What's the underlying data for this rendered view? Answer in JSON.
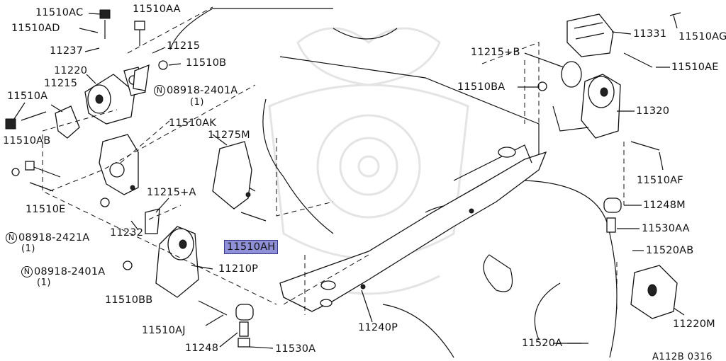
{
  "diagram_code": "A112B 0316",
  "labels": {
    "p11510AC": "11510AC",
    "p11510AA": "11510AA",
    "p11510AD": "11510AD",
    "p11237": "11237",
    "p11215_top": "11215",
    "p11220": "11220",
    "p11510B": "11510B",
    "p11510A": "11510A",
    "p11215_left": "11215",
    "p08918_2401A_top_code": "08918-2401A",
    "p08918_2401A_top_qty": "(1)",
    "p11510AB": "11510AB",
    "p11510AK": "11510AK",
    "p11275M": "11275M",
    "p11215A": "11215+A",
    "p11510E": "11510E",
    "p11232": "11232",
    "p08918_2421A_code": "08918-2421A",
    "p08918_2421A_qty": "(1)",
    "p11510AH": "11510AH",
    "p11210P": "11210P",
    "p08918_2401A_bot_code": "08918-2401A",
    "p08918_2401A_bot_qty": "(1)",
    "p11510BB": "11510BB",
    "p11510AJ": "11510AJ",
    "p11248": "11248",
    "p11530A": "11530A",
    "p11240P": "11240P",
    "p11510AG": "11510AG",
    "p11331": "11331",
    "p11215B": "11215+B",
    "p11510AE": "11510AE",
    "p11510BA": "11510BA",
    "p11320": "11320",
    "p11510AF": "11510AF",
    "p11248M": "11248M",
    "p11530AA": "11530AA",
    "p11520AB": "11520AB",
    "p11220M": "11220M",
    "p11520A": "11520A"
  },
  "circled_prefix": "N",
  "highlight_color": "#8f90d8"
}
